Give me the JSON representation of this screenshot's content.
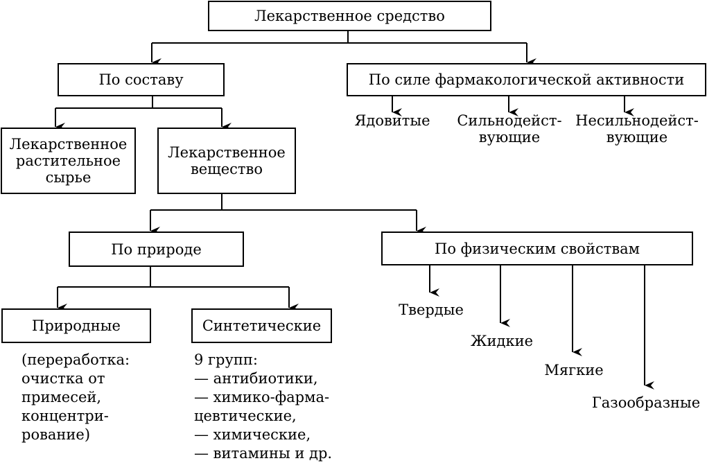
{
  "root": "Лекарственное средство",
  "composition": {
    "title": "По составу",
    "raw": "Лекарственное\nрастительное\nсырье",
    "substance": "Лекарственное\nвещество"
  },
  "activity": {
    "title": "По силе фармакологической активности",
    "items": [
      "Ядовитые",
      "Сильнодейст-\nвующие",
      "Несильнодейст-\nвующие"
    ]
  },
  "nature": {
    "title": "По природе",
    "natural": "Природные",
    "natural_note": "(переработка:\nочистка от\nпримесей,\nконцентри-\nрование)",
    "synthetic": "Синтетические",
    "synthetic_note": " 9 групп:\n— антибиотики,\n— химико-фарма-\n   цевтические,\n— химические,\n— витамины и др."
  },
  "physical": {
    "title": "По физическим свойствам",
    "items": [
      "Твердые",
      "Жидкие",
      "Мягкие",
      "Газообразные"
    ]
  }
}
